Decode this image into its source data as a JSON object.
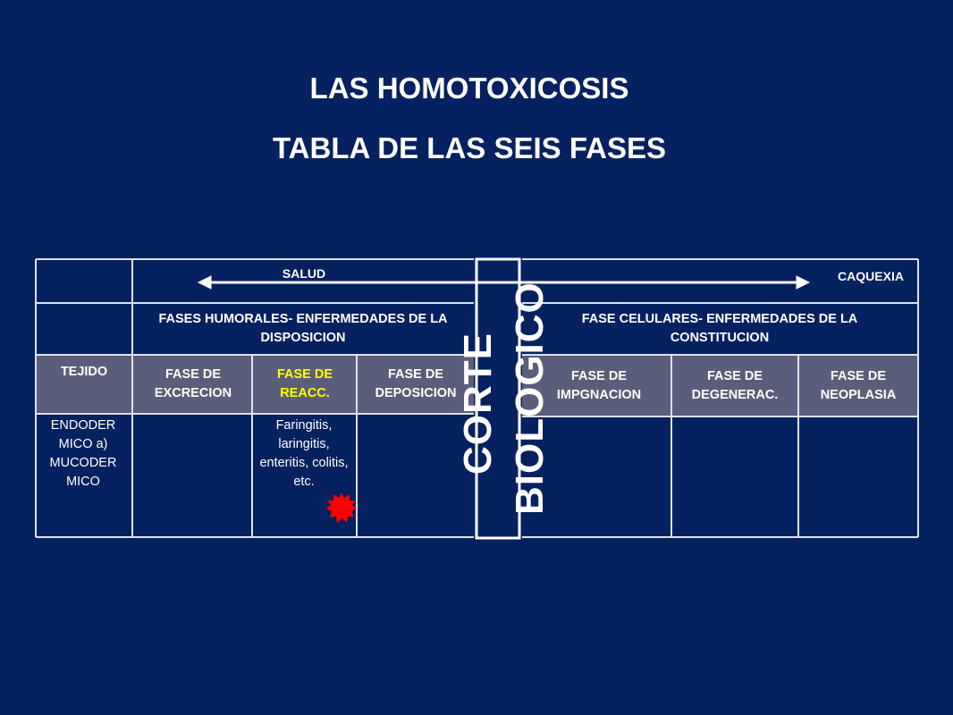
{
  "title_line1": "LAS HOMOTOXICOSIS",
  "title_line2": "TABLA DE LAS SEIS FASES",
  "colors": {
    "background": "#05215f",
    "header_gray": "#5b5e7a",
    "highlight": "#ffff00",
    "marker": "#ff0000"
  },
  "scale": {
    "left_label": "SALUD",
    "right_label": "CAQUEXIA"
  },
  "humoral_header": "FASES HUMORALES- ENFERMEDADES DE LA DISPOSICION",
  "cellular_header": "FASE CELULARES- ENFERMEDADES DE LA CONSTITUCION",
  "tissue_header": "TEJIDO",
  "phases_left": [
    "FASE DE EXCRECION",
    "FASE DE REACC.",
    "FASE DE DEPOSICION"
  ],
  "phases_right": [
    "FASE DE IMPGNACION",
    "FASE DE DEGENERAC.",
    "FASE DE NEOPLASIA"
  ],
  "tissue_value": "ENDODER MICO a) MUCODER MICO",
  "reaction_examples": "Faringitis, laringitis, enteritis, colitis, etc.",
  "divider_word1": "CORTE",
  "divider_word2": "BIOLOGICO",
  "marker_icon": "red-starburst-icon"
}
